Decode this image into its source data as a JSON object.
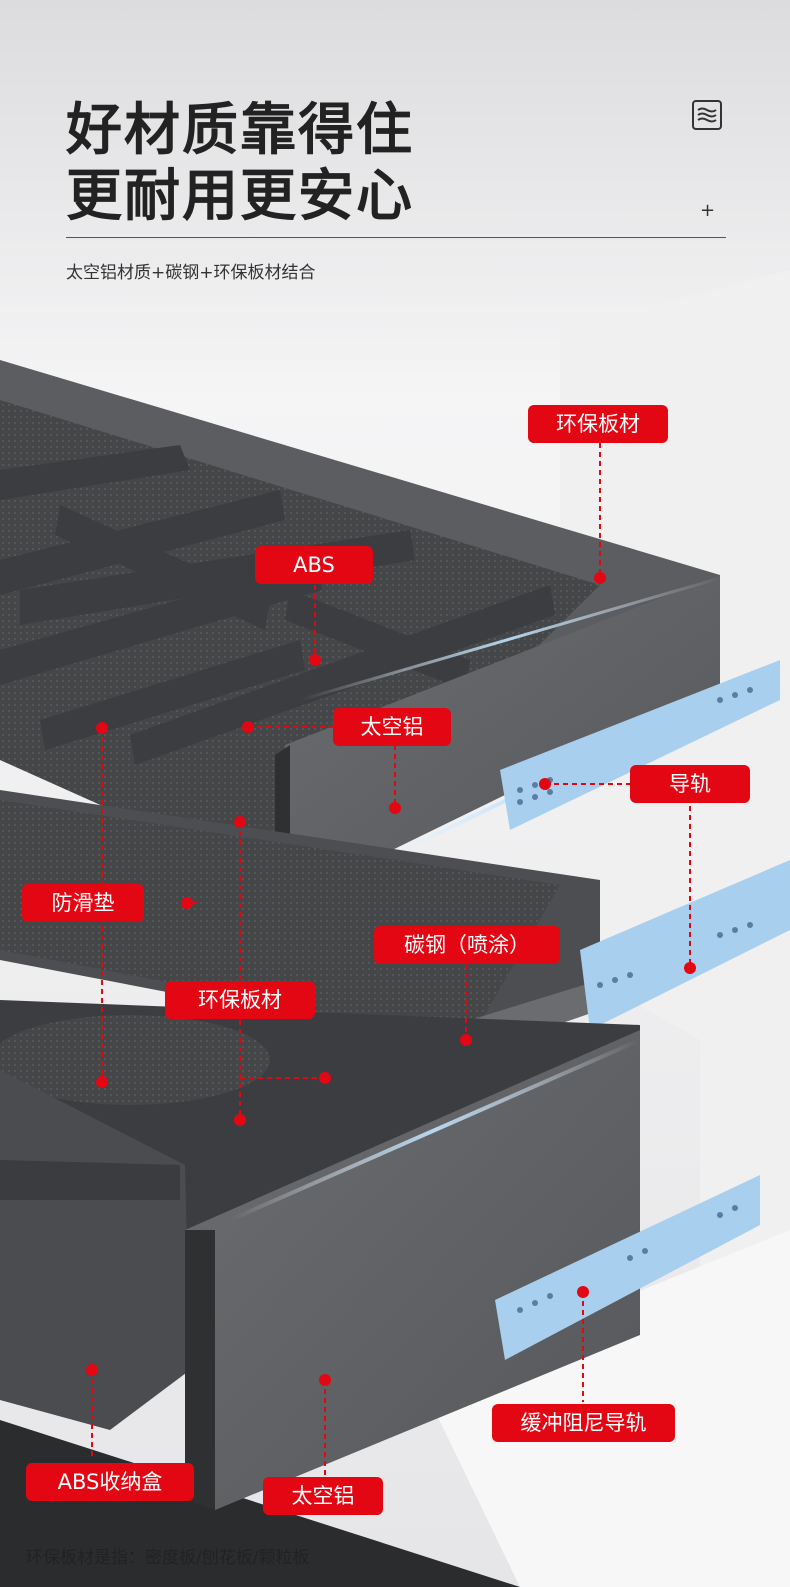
{
  "header": {
    "title_line1": "好材质靠得住",
    "title_line2": "更耐用更安心",
    "plus": "+",
    "subtitle": "太空铝材质+碳钢+环保板材结合"
  },
  "icons": {
    "brand": "wave-lines-icon"
  },
  "callouts": {
    "eco_board_top": "环保板材",
    "abs": "ABS",
    "space_alu_mid": "太空铝",
    "rail": "导轨",
    "antislip": "防滑垫",
    "carbon_steel": "碳钢（喷涂）",
    "eco_board_mid": "环保板材",
    "soft_close_rail": "缓冲阻尼导轨",
    "abs_box": "ABS收纳盒",
    "space_alu_bottom": "太空铝"
  },
  "footer": {
    "note": "环保板材是指：密度板/刨花板/颗粒板"
  },
  "colors": {
    "accent": "#e30613",
    "rail": "#a9cfee",
    "panel": "#505254"
  }
}
